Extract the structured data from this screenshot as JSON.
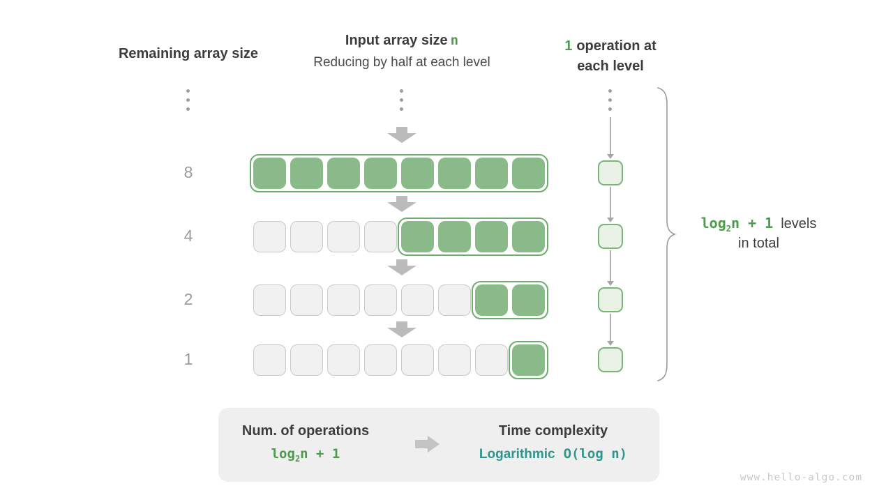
{
  "headers": {
    "left": "Remaining array size",
    "center_title_prefix": "Input array size",
    "center_title_n": "n",
    "center_subtitle": "Reducing by half at each level",
    "right_num": "1",
    "right_line1": "operation at",
    "right_line2": "each level"
  },
  "rows": [
    {
      "label": "8",
      "gray_cells": 0,
      "green_cells": 8
    },
    {
      "label": "4",
      "gray_cells": 4,
      "green_cells": 4
    },
    {
      "label": "2",
      "gray_cells": 6,
      "green_cells": 2
    },
    {
      "label": "1",
      "gray_cells": 7,
      "green_cells": 1
    }
  ],
  "ops_column": {
    "count": 4
  },
  "brace_note": {
    "formula_log": "log",
    "formula_sub": "2",
    "formula_rest": "n + 1",
    "rest_line1": "levels",
    "line2": "in total"
  },
  "summary": {
    "left_title": "Num. of operations",
    "left_formula_log": "log",
    "left_formula_sub": "2",
    "left_formula_rest": "n + 1",
    "right_title": "Time complexity",
    "right_word": "Logarithmic",
    "right_big_o": "O(log n)"
  },
  "watermark": "www.hello-algo.com",
  "colors": {
    "green_fill": "#8ABA8A",
    "green_border": "#6FAD6F",
    "light_green_fill": "#E9F2E5",
    "light_green_border": "#79B479",
    "gray_cell_fill": "#F1F1F1",
    "gray_cell_border": "#C9C9C9",
    "text_dark": "#3C3C3C",
    "green_text": "#4E9B4E",
    "teal_text": "#2E968C",
    "arrow_gray": "#BBBBBB",
    "label_gray": "#9A9A9A",
    "summary_bg": "#EFEFEF",
    "watermark_gray": "#C8C8C8"
  }
}
